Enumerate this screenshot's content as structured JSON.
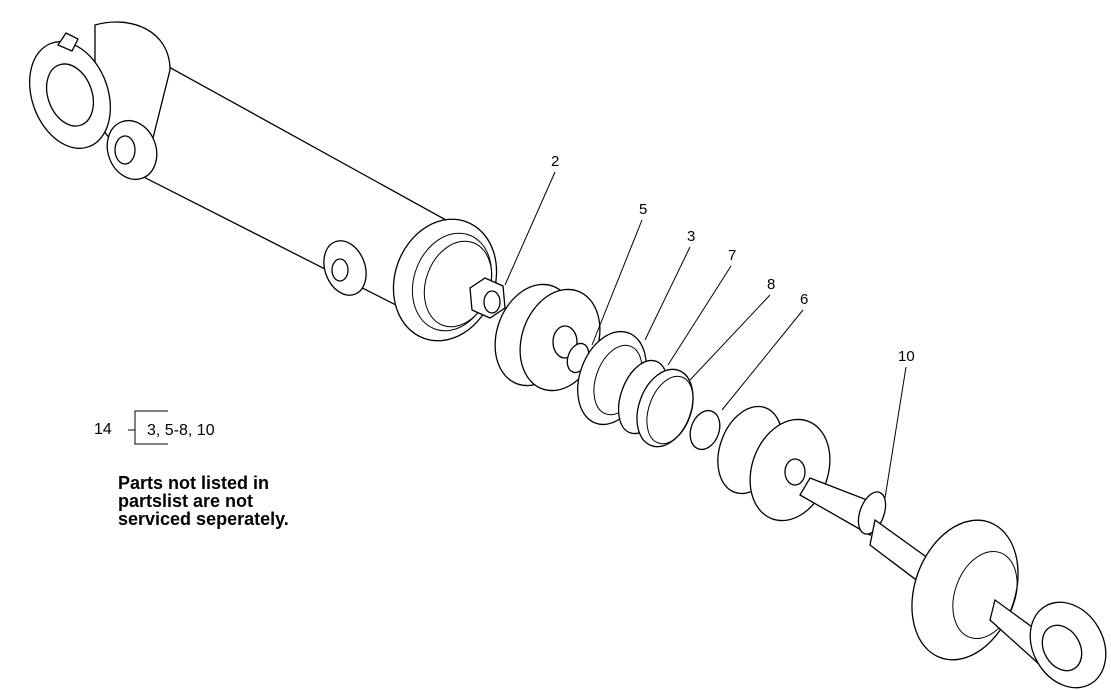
{
  "callouts": [
    {
      "id": "2",
      "label": "2"
    },
    {
      "id": "5",
      "label": "5"
    },
    {
      "id": "3",
      "label": "3"
    },
    {
      "id": "7",
      "label": "7"
    },
    {
      "id": "8",
      "label": "8"
    },
    {
      "id": "6",
      "label": "6"
    },
    {
      "id": "10",
      "label": "10"
    }
  ],
  "kit": {
    "number": "14",
    "parts": "3, 5-8, 10"
  },
  "note": {
    "lines": [
      "Parts not listed in",
      "partslist are not",
      "serviced seperately."
    ]
  },
  "colors": {
    "line": "#000000",
    "background": "#ffffff"
  }
}
